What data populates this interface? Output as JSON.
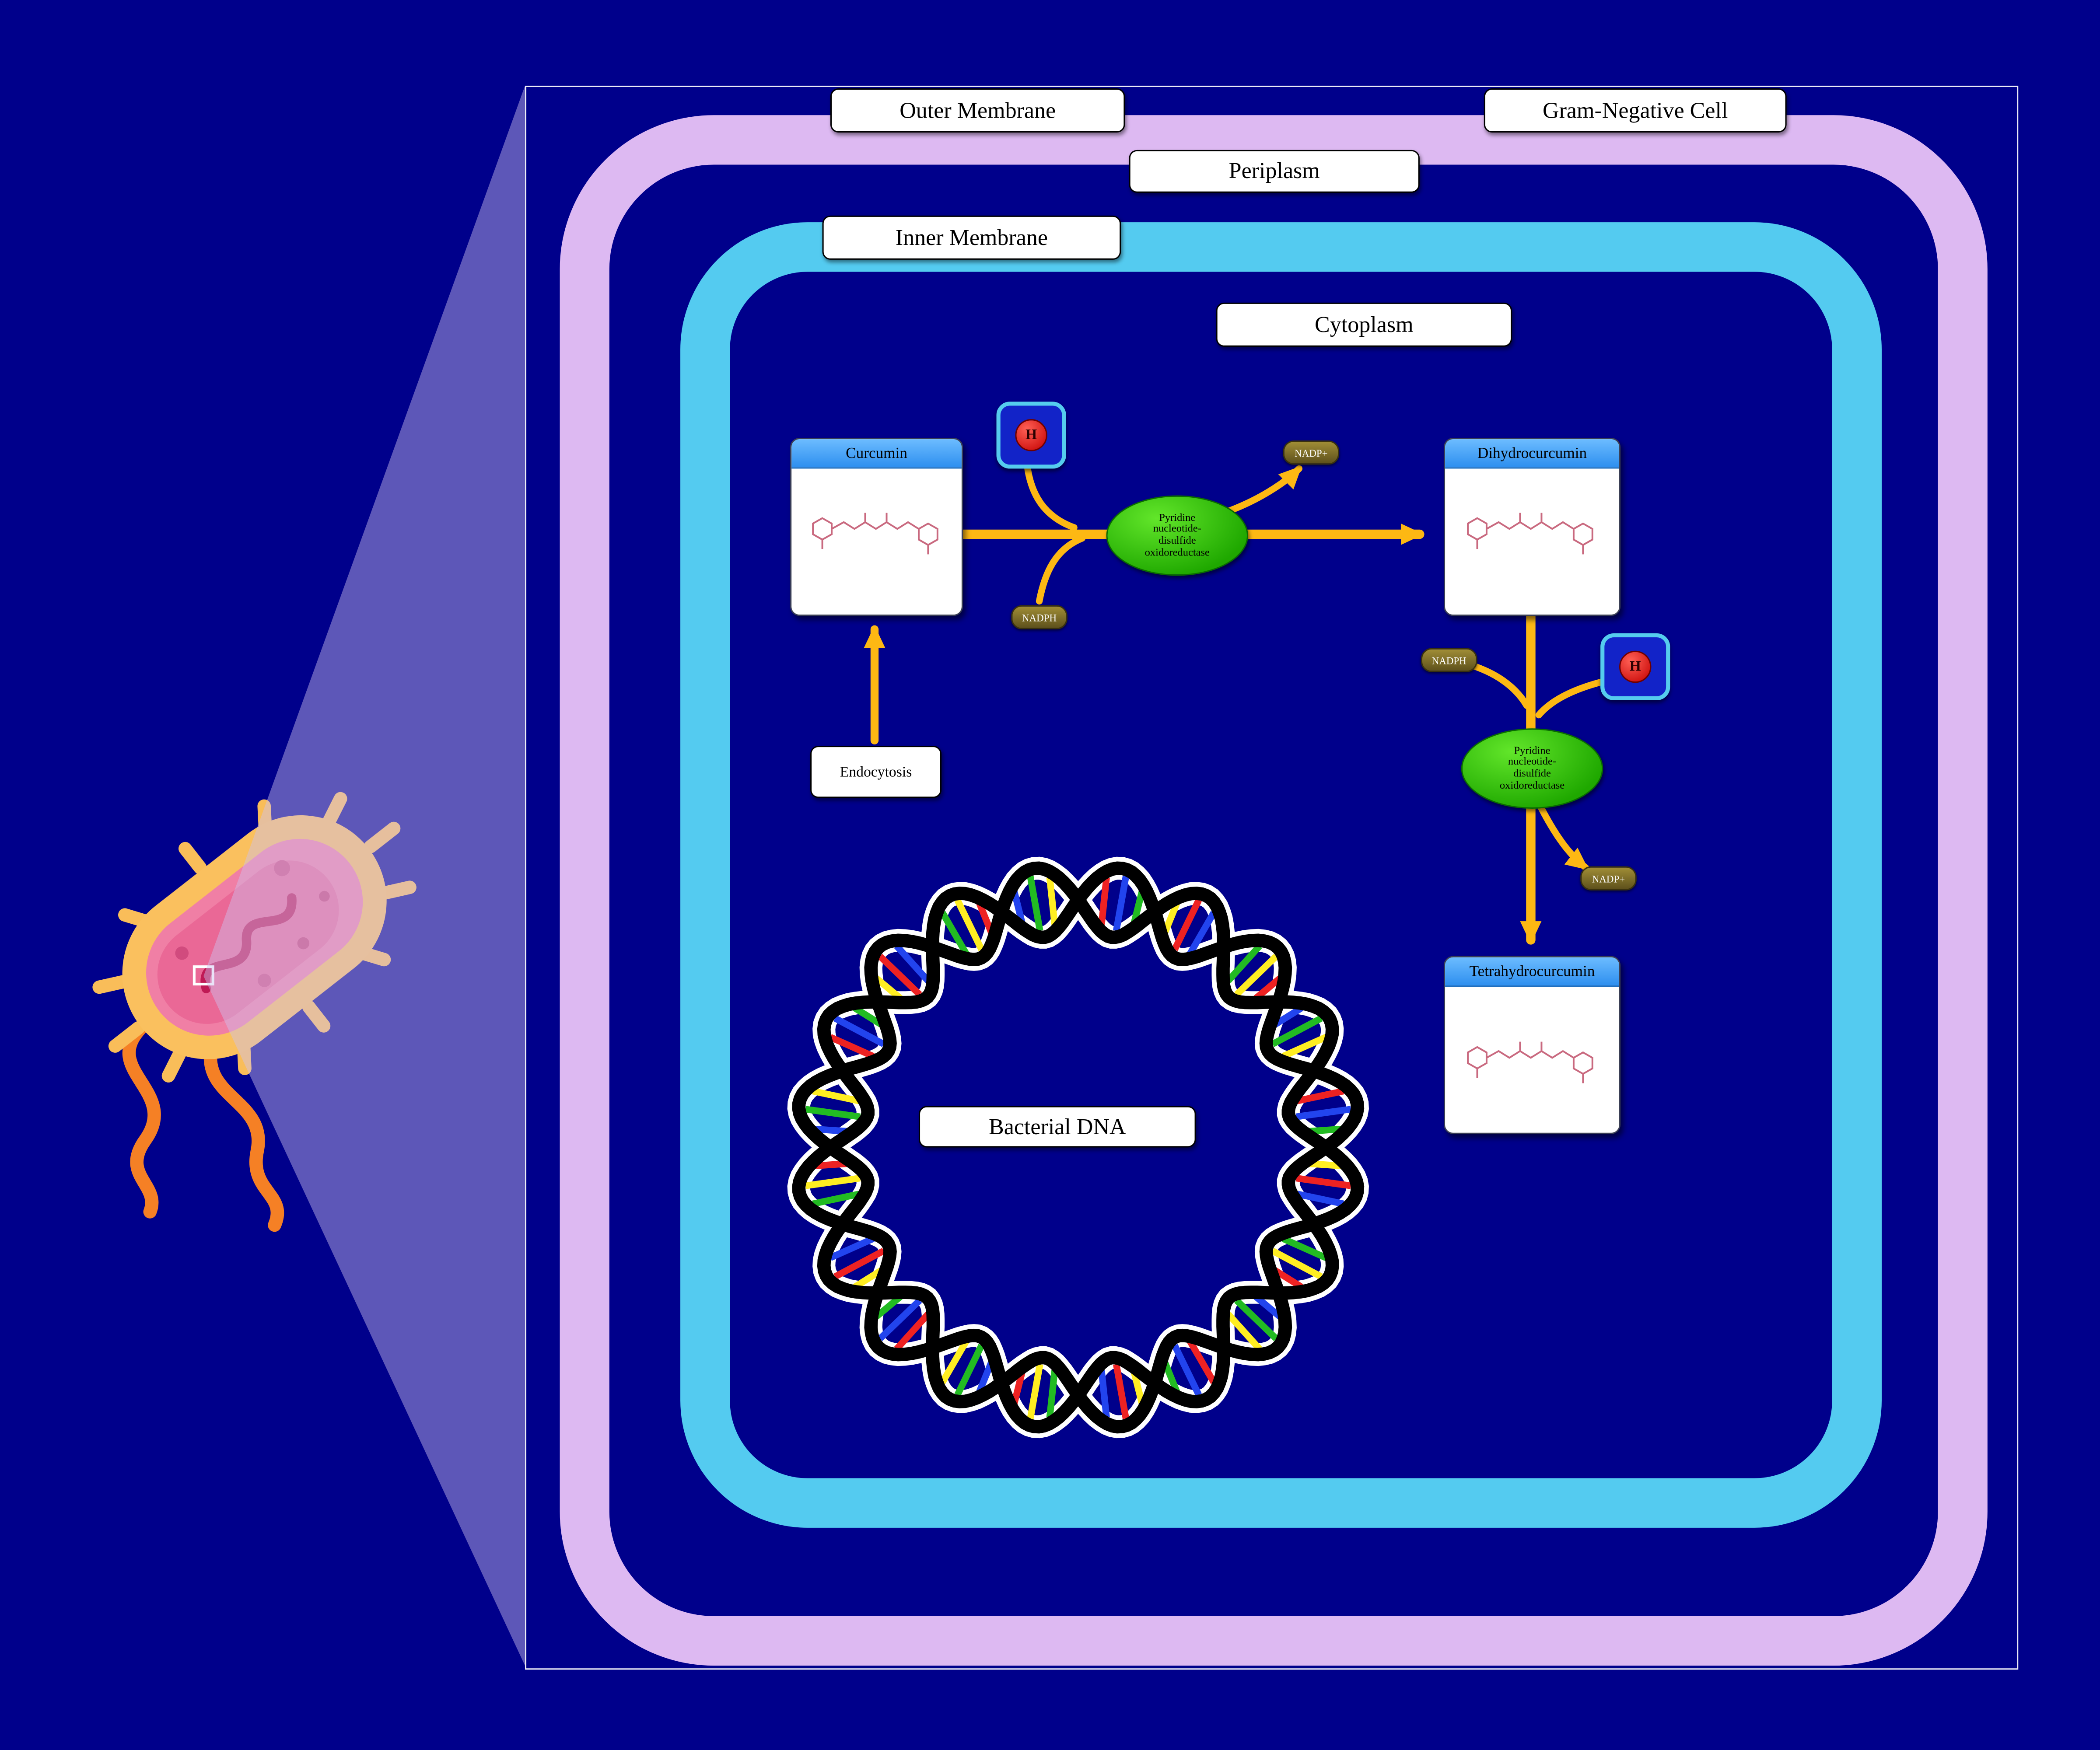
{
  "labels": {
    "outer_membrane": "Outer Membrane",
    "gram_negative": "Gram-Negative Cell",
    "periplasm": "Periplasm",
    "inner_membrane": "Inner Membrane",
    "cytoplasm": "Cytoplasm",
    "endocytosis": "Endocytosis",
    "bacterial_dna": "Bacterial DNA"
  },
  "compounds": [
    {
      "name": "Curcumin"
    },
    {
      "name": "Dihydrocurcumin"
    },
    {
      "name": "Tetrahydrocurcumin"
    }
  ],
  "enzymes": [
    {
      "name": "Pyridine nucleotide-disulfide oxidoreductase",
      "lines": [
        "Pyridine",
        "nucleotide-",
        "disulfide",
        "oxidoreductase"
      ]
    },
    {
      "name": "Pyridine nucleotide-disulfide oxidoreductase",
      "lines": [
        "Pyridine",
        "nucleotide-",
        "disulfide",
        "oxidoreductase"
      ]
    }
  ],
  "cofactors": {
    "nadph": "NADPH",
    "nadp": "NADP+",
    "proton": "H"
  },
  "colors": {
    "background": "#00008B",
    "outer_membrane": "#DDB9F2",
    "inner_membrane": "#54CBF0",
    "arrow": "#FDB813",
    "enzyme_green": "#1FA800",
    "dna_rungs": [
      "#EE2222",
      "#2244EE",
      "#22BB22",
      "#FFEE22"
    ]
  }
}
